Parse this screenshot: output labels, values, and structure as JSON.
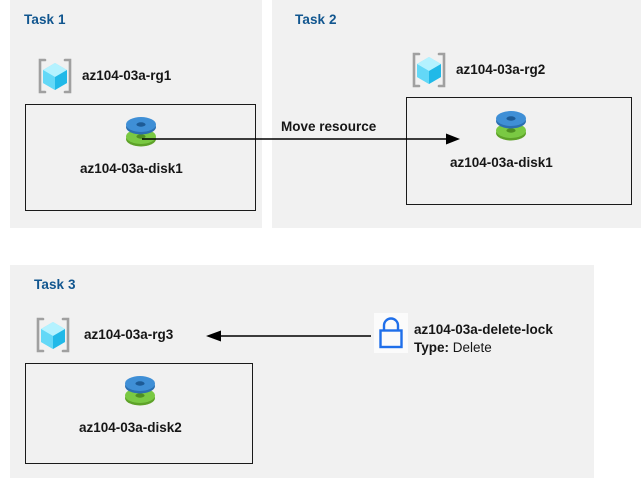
{
  "diagram": {
    "title_color": "#11568f",
    "panel_bg": "#f1f1f1",
    "page_bg": "#ffffff",
    "line_color": "#000000",
    "lock_color": "#1f6fea",
    "disk_top_color": "#3e8fd4",
    "disk_bottom_color": "#6cb52d",
    "cube_color": "#32c8f0",
    "bracket_color": "#a0a0a0"
  },
  "tasks": [
    {
      "id": "task1",
      "title": "Task 1",
      "resource_group": {
        "icon": "resource-group-icon",
        "label": "az104-03a-rg1"
      },
      "resource": {
        "icon": "managed-disk-icon",
        "label": "az104-03a-disk1"
      }
    },
    {
      "id": "task2",
      "title": "Task 2",
      "resource_group": {
        "icon": "resource-group-icon",
        "label": "az104-03a-rg2"
      },
      "resource": {
        "icon": "managed-disk-icon",
        "label": "az104-03a-disk1"
      }
    },
    {
      "id": "task3",
      "title": "Task 3",
      "resource_group": {
        "icon": "resource-group-icon",
        "label": "az104-03a-rg3"
      },
      "resource": {
        "icon": "managed-disk-icon",
        "label": "az104-03a-disk2"
      }
    }
  ],
  "connectors": [
    {
      "id": "move-resource",
      "label": "Move resource",
      "direction": "right",
      "from": "az104-03a-disk1",
      "to": "az104-03a-rg2"
    },
    {
      "id": "delete-lock-applies-to",
      "label": "",
      "direction": "left",
      "from": "az104-03a-delete-lock",
      "to": "az104-03a-rg3"
    }
  ],
  "lock": {
    "icon": "lock-icon",
    "name": "az104-03a-delete-lock",
    "type_key": "Type:",
    "type_value": "Delete"
  }
}
